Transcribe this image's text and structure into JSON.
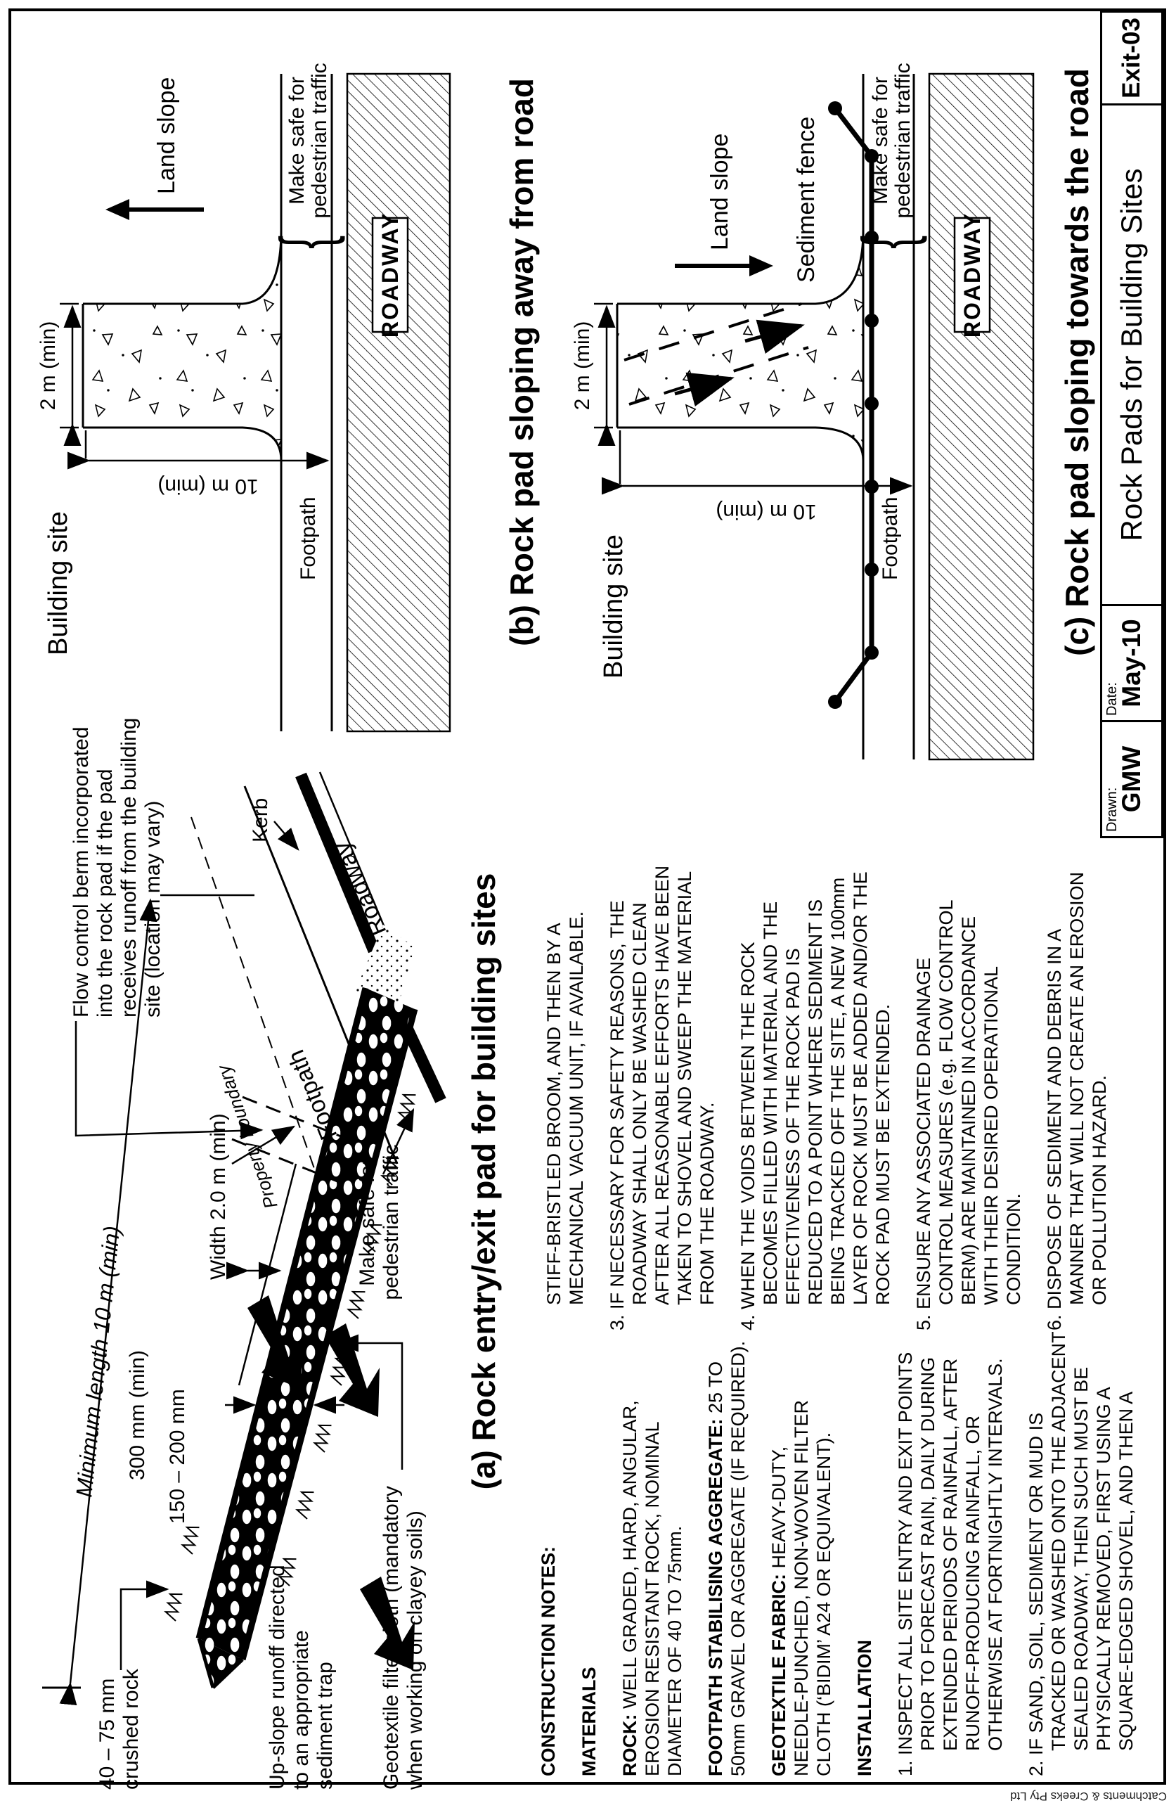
{
  "watermark": "Catchments & Creeks Pty Ltd",
  "title_block": {
    "drawn_label": "Drawn:",
    "drawn_value": "GMW",
    "date_label": "Date:",
    "date_value": "May-10",
    "sheet_title": "Rock Pads for Building Sites",
    "sheet_number": "Exit-03"
  },
  "diagram_a": {
    "title": "(a) Rock entry/exit pad for building sites",
    "labels": {
      "flow_berm_1": "Flow control berm incorporated",
      "flow_berm_2": "into the rock pad if the pad",
      "flow_berm_3": "receives runoff from the building",
      "flow_berm_4": "site (location may vary)",
      "kerb": "Kerb",
      "roadway": "Roadway",
      "footpath": "Footpath",
      "property_boundary": "Property boundary",
      "min_length": "Minimum length 10 m (min)",
      "dim_300": "300 mm (min)",
      "dim_150_200": "150 – 200 mm",
      "width_2m": "Width 2.0 m (min)",
      "make_safe_1": "Make safe for",
      "make_safe_2": "pedestrian traffic",
      "crushed_rock_1": "40 – 75 mm",
      "crushed_rock_2": "crushed rock",
      "upslope_1": "Up-slope runoff directed",
      "upslope_2": "to an appropriate",
      "upslope_3": "sediment trap",
      "geotextile_1": "Geotextile filter cloth (mandatory",
      "geotextile_2": "when working on clayey soils)"
    }
  },
  "diagram_b": {
    "title": "(b) Rock pad sloping away from road",
    "labels": {
      "building_site": "Building site",
      "dim_2m": "2 m (min)",
      "dim_10m": "10 m (min)",
      "land_slope": "Land slope",
      "make_safe_1": "Make safe for",
      "make_safe_2": "pedestrian traffic",
      "footpath": "Footpath",
      "roadway": "ROADWAY"
    }
  },
  "diagram_c": {
    "title": "(c) Rock pad sloping towards the road",
    "labels": {
      "building_site": "Building site",
      "dim_2m": "2 m (min)",
      "dim_10m": "10 m (min)",
      "land_slope": "Land slope",
      "sediment_fence": "Sediment fence",
      "make_safe_1": "Make safe for",
      "make_safe_2": "pedestrian traffic",
      "footpath": "Footpath",
      "roadway": "ROADWAY"
    }
  },
  "notes": {
    "col1": [
      {
        "b": "CONSTRUCTION NOTES:",
        "t": ""
      },
      {
        "b": "MATERIALS",
        "t": "",
        "g": true
      },
      {
        "b": "ROCK:",
        "t": " WELL GRADED, HARD, ANGULAR,",
        "g": true
      },
      {
        "t": "EROSION RESISTANT ROCK, NOMINAL"
      },
      {
        "t": "DIAMETER OF 40 TO 75mm."
      },
      {
        "b": "FOOTPATH STABILISING AGGREGATE:",
        "t": " 25 TO",
        "g": true
      },
      {
        "t": "50mm GRAVEL OR AGGREGATE (IF REQUIRED)."
      },
      {
        "b": "GEOTEXTILE FABRIC:",
        "t": " HEAVY-DUTY,",
        "g": true
      },
      {
        "t": "NEEDLE-PUNCHED, NON-WOVEN FILTER"
      },
      {
        "t": "CLOTH (‘BIDIM’ A24 OR EQUIVALENT)."
      },
      {
        "b": "INSTALLATION",
        "t": "",
        "g": true
      },
      {
        "t": "1. INSPECT ALL SITE ENTRY AND EXIT POINTS",
        "g": true
      },
      {
        "t": "PRIOR TO FORECAST RAIN, DAILY DURING",
        "i": true
      },
      {
        "t": "EXTENDED PERIODS OF RAINFALL, AFTER",
        "i": true
      },
      {
        "t": "RUNOFF-PRODUCING RAINFALL, OR",
        "i": true
      },
      {
        "t": "OTHERWISE AT FORTNIGHTLY INTERVALS.",
        "i": true
      },
      {
        "t": "2. IF SAND, SOIL, SEDIMENT OR MUD IS",
        "g": true
      },
      {
        "t": "TRACKED OR WASHED ONTO THE ADJACENT",
        "i": true
      },
      {
        "t": "SEALED ROADWAY, THEN SUCH MUST BE",
        "i": true
      },
      {
        "t": "PHYSICALLY REMOVED, FIRST USING A",
        "i": true
      },
      {
        "t": "SQUARE-EDGED SHOVEL, AND THEN A",
        "i": true
      }
    ],
    "col2": [
      {
        "t": "STIFF-BRISTLED BROOM, AND THEN BY A",
        "i": true
      },
      {
        "t": "MECHANICAL VACUUM UNIT, IF AVAILABLE.",
        "i": true
      },
      {
        "t": "3. IF NECESSARY FOR SAFETY REASONS, THE",
        "g": true
      },
      {
        "t": "ROADWAY SHALL ONLY BE WASHED CLEAN",
        "i": true
      },
      {
        "t": "AFTER ALL REASONABLE EFFORTS HAVE BEEN",
        "i": true
      },
      {
        "t": "TAKEN TO SHOVEL AND SWEEP THE MATERIAL",
        "i": true
      },
      {
        "t": "FROM THE ROADWAY.",
        "i": true
      },
      {
        "t": "4. WHEN THE VOIDS BETWEEN THE ROCK",
        "g": true
      },
      {
        "t": "BECOMES FILLED WITH MATERIAL AND THE",
        "i": true
      },
      {
        "t": "EFFECTIVENESS OF THE ROCK PAD IS",
        "i": true
      },
      {
        "t": "REDUCED TO A POINT WHERE SEDIMENT IS",
        "i": true
      },
      {
        "t": "BEING TRACKED OFF THE SITE, A NEW 100mm",
        "i": true
      },
      {
        "t": "LAYER OF ROCK MUST BE ADDED AND/OR THE",
        "i": true
      },
      {
        "t": "ROCK PAD MUST BE EXTENDED.",
        "i": true
      },
      {
        "t": "5. ENSURE ANY ASSOCIATED DRAINAGE",
        "g": true
      },
      {
        "t": "CONTROL MEASURES (e.g. FLOW CONTROL",
        "i": true
      },
      {
        "t": "BERM) ARE MAINTAINED IN ACCORDANCE",
        "i": true
      },
      {
        "t": "WITH THEIR DESIRED OPERATIONAL",
        "i": true
      },
      {
        "t": "CONDITION.",
        "i": true
      },
      {
        "t": "6. DISPOSE OF SEDIMENT AND DEBRIS IN A",
        "g": true
      },
      {
        "t": "MANNER THAT WILL NOT CREATE AN EROSION",
        "i": true
      },
      {
        "t": "OR POLLUTION HAZARD.",
        "i": true
      }
    ]
  }
}
